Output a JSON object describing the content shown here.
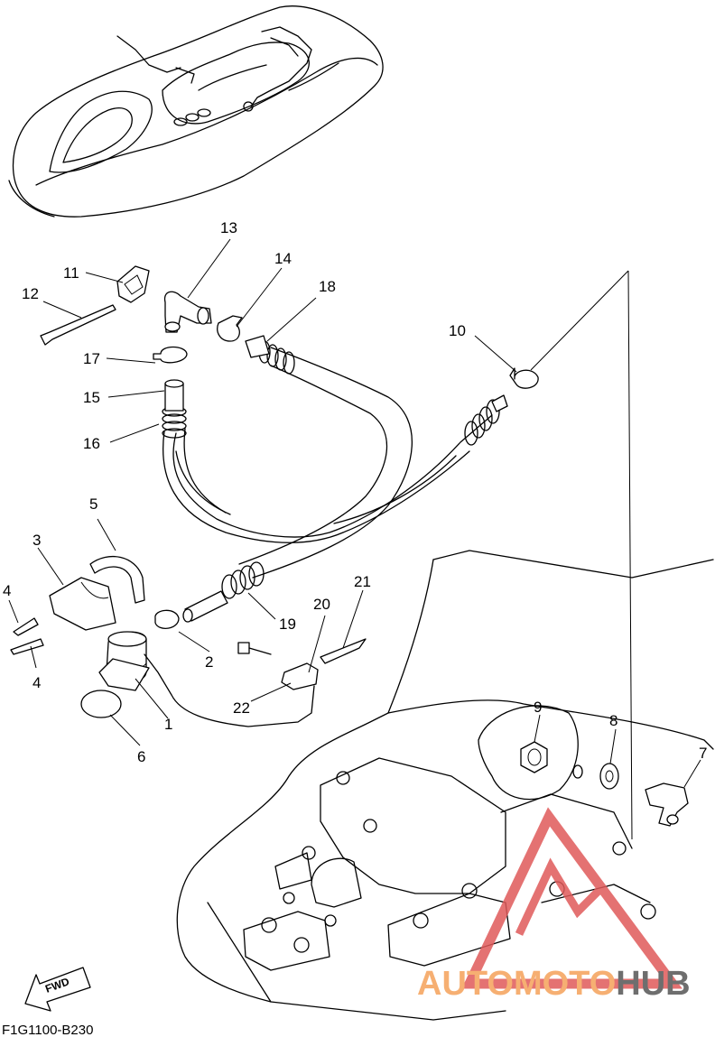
{
  "callouts": [
    {
      "id": "c1",
      "text": "1"
    },
    {
      "id": "c2",
      "text": "2"
    },
    {
      "id": "c3",
      "text": "3"
    },
    {
      "id": "c4a",
      "text": "4"
    },
    {
      "id": "c4b",
      "text": "4"
    },
    {
      "id": "c5",
      "text": "5"
    },
    {
      "id": "c6",
      "text": "6"
    },
    {
      "id": "c7",
      "text": "7"
    },
    {
      "id": "c8",
      "text": "8"
    },
    {
      "id": "c9",
      "text": "9"
    },
    {
      "id": "c10",
      "text": "10"
    },
    {
      "id": "c11",
      "text": "11"
    },
    {
      "id": "c12",
      "text": "12"
    },
    {
      "id": "c13",
      "text": "13"
    },
    {
      "id": "c14",
      "text": "14"
    },
    {
      "id": "c15",
      "text": "15"
    },
    {
      "id": "c16",
      "text": "16"
    },
    {
      "id": "c17",
      "text": "17"
    },
    {
      "id": "c18",
      "text": "18"
    },
    {
      "id": "c19",
      "text": "19"
    },
    {
      "id": "c20",
      "text": "20"
    },
    {
      "id": "c21",
      "text": "21"
    },
    {
      "id": "c22",
      "text": "22"
    }
  ],
  "figure_code": "F1G1100-B230",
  "direction_marker": "FWD",
  "watermark": {
    "text_a": "AUTOMOTO",
    "text_b": "HUB",
    "color_a": "#f5a25a",
    "color_b": "#e05a5a",
    "color_c": "#555555"
  }
}
